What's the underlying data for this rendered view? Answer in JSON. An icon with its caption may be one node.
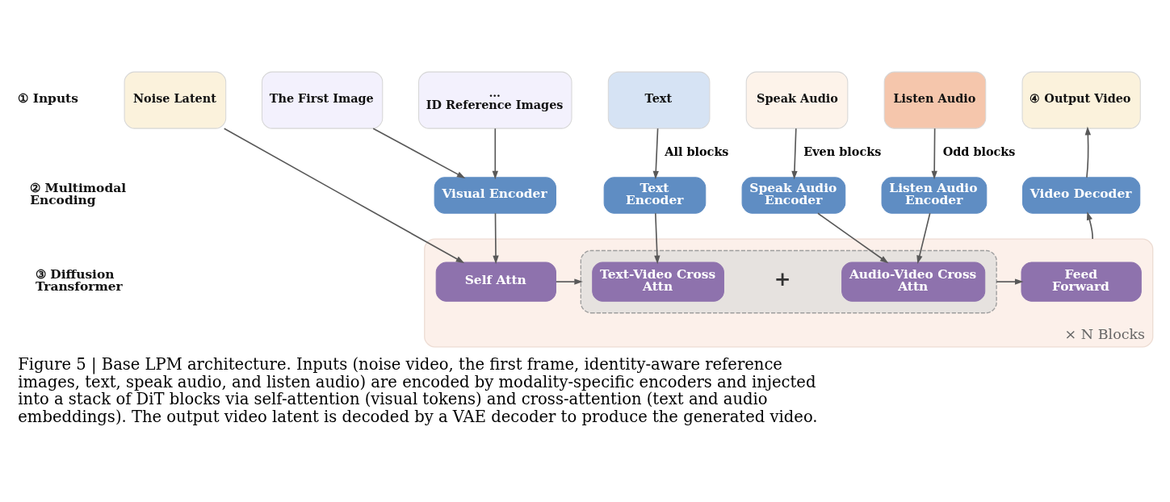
{
  "diagram": {
    "caption": "Figure 5 | Base LPM architecture. Inputs (noise video, the first frame, identity-aware reference images, text, speak audio, and listen audio) are encoded by modality-specific encoders and injected into a stack of DiT blocks via self-attention (visual tokens) and cross-attention (text and audio embeddings). The output video latent is decoded by a VAE decoder to produce the generated video.",
    "nodes": [
      {
        "text": [
          "Noise Latent"
        ]
      },
      {
        "text": [
          "The First Image"
        ]
      },
      {
        "text": [
          "…",
          "ID Reference Images"
        ]
      },
      {
        "text": [
          "Text"
        ]
      },
      {
        "text": [
          "Speak Audio"
        ]
      },
      {
        "text": [
          "Listen Audio"
        ]
      },
      {
        "text": [
          "④ Output Video"
        ]
      },
      {
        "text": [
          "Visual Encoder"
        ]
      },
      {
        "text": [
          "Text Encoder"
        ]
      },
      {
        "text": [
          "Speak Audio Encoder"
        ]
      },
      {
        "text": [
          "Listen Audio Encoder"
        ]
      },
      {
        "text": [
          "Video Decoder"
        ]
      },
      {
        "text": [
          "× N Blocks"
        ]
      },
      {
        "text": [
          "Self Attn"
        ],
        "in": 12
      },
      {
        "text": [],
        "shape": "box",
        "in": 12
      },
      {
        "text": [
          "Text-Video Cross Attn"
        ],
        "in": 14
      },
      {
        "text": [
          "Audio-Video Cross Attn"
        ],
        "in": 14
      },
      {
        "text": [
          "Feed Forward"
        ],
        "in": 12
      }
    ],
    "edges": [
      {
        "from": 0,
        "to": 13,
        "arrow": "to"
      },
      {
        "from": 1,
        "to": 7,
        "arrow": "to"
      },
      {
        "from": 2,
        "to": 7,
        "arrow": "to"
      },
      {
        "from": 7,
        "to": 13,
        "arrow": "to"
      },
      {
        "from": 3,
        "to": 8,
        "arrow": "to",
        "label": "All blocks"
      },
      {
        "from": 4,
        "to": 9,
        "arrow": "to",
        "label": "Even blocks"
      },
      {
        "from": 5,
        "to": 10,
        "arrow": "to",
        "label": "Odd blocks"
      },
      {
        "from": 8,
        "to": 15,
        "arrow": "to"
      },
      {
        "from": 9,
        "to": 16,
        "arrow": "to"
      },
      {
        "from": 10,
        "to": 16,
        "arrow": "to"
      },
      {
        "from": 13,
        "to": 14,
        "arrow": "to"
      },
      {
        "from": 14,
        "to": 17,
        "arrow": "to"
      },
      {
        "from": 12,
        "to": 11,
        "arrow": "to"
      },
      {
        "from": 11,
        "to": 6,
        "arrow": "to"
      }
    ],
    "labels": [
      "① Inputs",
      "② Multimodal Encoding",
      "③ Diffusion Transformer",
      "+"
    ]
  }
}
